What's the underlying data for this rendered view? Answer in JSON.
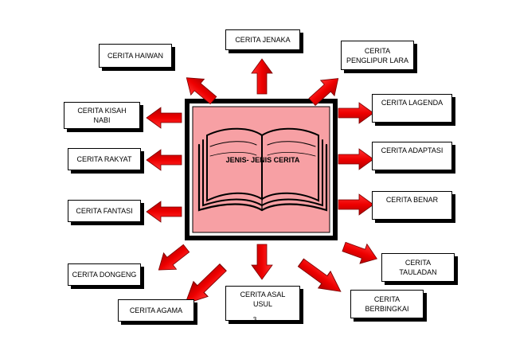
{
  "center": {
    "title": "JENIS- JENIS CERITA"
  },
  "nodes": {
    "jenaka": "CERITA JENAKA",
    "haiwan": "CERITA HAIWAN",
    "penglipur": "CERITA\nPENGLIPUR LARA",
    "kisah_nabi": "CERITA KISAH\nNABI",
    "lagenda": "CERITA LAGENDA",
    "rakyat": "CERITA RAKYAT",
    "adaptasi": "CERITA ADAPTASI",
    "benar": "CERITA BENAR",
    "fantasi": "CERITA FANTASI",
    "tauladan": "CERITA\nTAULADAN",
    "dongeng": "CERITA DONGENG",
    "asal_usul": "CERITA ASAL\nUSUL",
    "agama": "CERITA AGAMA",
    "berbingkai": "CERITA\nBERBINGKAI"
  },
  "page_number": "3",
  "colors": {
    "arrow_fill": "#ee0000",
    "center_fill": "#f7a0a4",
    "frame": "#000000"
  },
  "icon": "open-book-icon"
}
